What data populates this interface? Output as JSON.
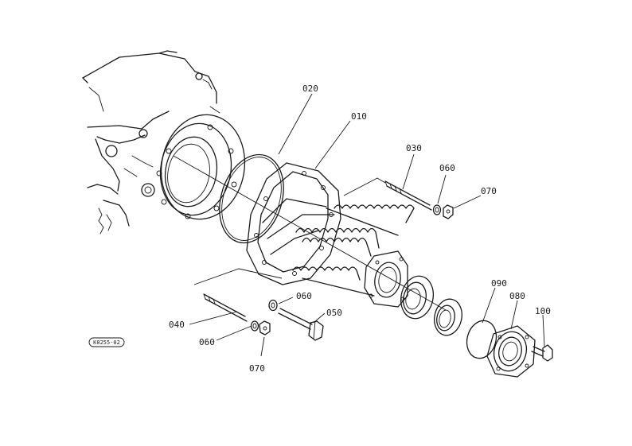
{
  "diagram": {
    "labels": {
      "p010": "010",
      "p020": "020",
      "p030": "030",
      "p040": "040",
      "p050": "050",
      "p060a": "060",
      "p060b": "060",
      "p060c": "060",
      "p070a": "070",
      "p070b": "070",
      "p080": "080",
      "p090": "090",
      "p100": "100"
    },
    "drawing_code": "K0255-02"
  }
}
